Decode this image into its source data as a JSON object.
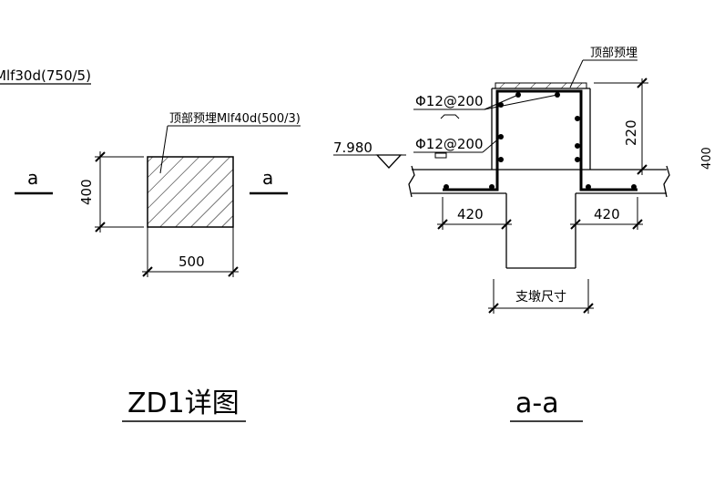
{
  "plan": {
    "top_left_label": "Mlf30d(750/5)",
    "embed_label": "顶部预埋Mlf40d(500/3)",
    "section_mark": "a",
    "dim_height": "400",
    "dim_width": "500",
    "title": "ZD1详图"
  },
  "section": {
    "top_embed_label": "顶部预埋",
    "rebar_upper": "Φ12@200",
    "rebar_lower": "Φ12@200",
    "elevation": "7.980",
    "dim_height": "220",
    "dim_left": "420",
    "dim_right": "420",
    "support_size_label": "支墩尺寸",
    "title": "a-a",
    "edge_fragment": "400"
  }
}
